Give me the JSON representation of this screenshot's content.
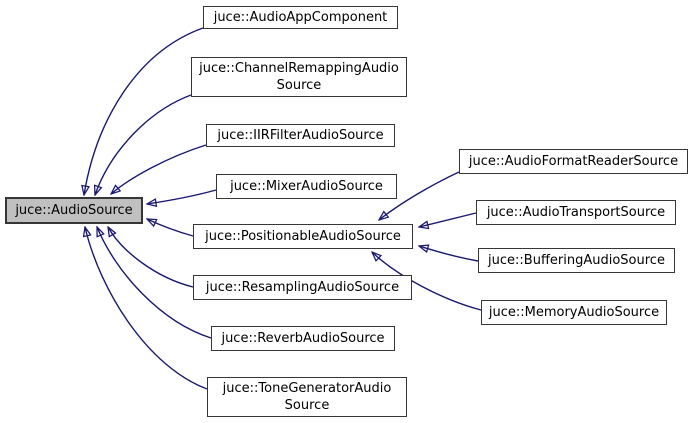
{
  "diagram": {
    "type": "class-inheritance-graph",
    "colors": {
      "background": "#ffffff",
      "arrow": "#191970",
      "node_fill": "#ffffff",
      "selected_node_fill": "#c0c0c0",
      "node_border": "#363636",
      "text": "#000000"
    },
    "nodes": [
      {
        "id": "audio-source",
        "label": "juce::AudioSource",
        "lines": [
          "juce::AudioSource"
        ],
        "selected": true
      },
      {
        "id": "audio-app-component",
        "label": "juce::AudioAppComponent",
        "lines": [
          "juce::AudioAppComponent"
        ],
        "selected": false
      },
      {
        "id": "channel-remapping-audio-source",
        "label": "juce::ChannelRemappingAudioSource",
        "lines": [
          "juce::ChannelRemappingAudio",
          "Source"
        ],
        "selected": false
      },
      {
        "id": "iir-filter-audio-source",
        "label": "juce::IIRFilterAudioSource",
        "lines": [
          "juce::IIRFilterAudioSource"
        ],
        "selected": false
      },
      {
        "id": "mixer-audio-source",
        "label": "juce::MixerAudioSource",
        "lines": [
          "juce::MixerAudioSource"
        ],
        "selected": false
      },
      {
        "id": "positionable-audio-source",
        "label": "juce::PositionableAudioSource",
        "lines": [
          "juce::PositionableAudioSource"
        ],
        "selected": false
      },
      {
        "id": "resampling-audio-source",
        "label": "juce::ResamplingAudioSource",
        "lines": [
          "juce::ResamplingAudioSource"
        ],
        "selected": false
      },
      {
        "id": "reverb-audio-source",
        "label": "juce::ReverbAudioSource",
        "lines": [
          "juce::ReverbAudioSource"
        ],
        "selected": false
      },
      {
        "id": "tone-generator-audio-source",
        "label": "juce::ToneGeneratorAudioSource",
        "lines": [
          "juce::ToneGeneratorAudio",
          "Source"
        ],
        "selected": false
      },
      {
        "id": "audio-format-reader-source",
        "label": "juce::AudioFormatReaderSource",
        "lines": [
          "juce::AudioFormatReaderSource"
        ],
        "selected": false
      },
      {
        "id": "audio-transport-source",
        "label": "juce::AudioTransportSource",
        "lines": [
          "juce::AudioTransportSource"
        ],
        "selected": false
      },
      {
        "id": "buffering-audio-source",
        "label": "juce::BufferingAudioSource",
        "lines": [
          "juce::BufferingAudioSource"
        ],
        "selected": false
      },
      {
        "id": "memory-audio-source",
        "label": "juce::MemoryAudioSource",
        "lines": [
          "juce::MemoryAudioSource"
        ],
        "selected": false
      }
    ],
    "edges": [
      {
        "from": "juce::AudioAppComponent",
        "to": "juce::AudioSource"
      },
      {
        "from": "juce::ChannelRemappingAudioSource",
        "to": "juce::AudioSource"
      },
      {
        "from": "juce::IIRFilterAudioSource",
        "to": "juce::AudioSource"
      },
      {
        "from": "juce::MixerAudioSource",
        "to": "juce::AudioSource"
      },
      {
        "from": "juce::PositionableAudioSource",
        "to": "juce::AudioSource"
      },
      {
        "from": "juce::ResamplingAudioSource",
        "to": "juce::AudioSource"
      },
      {
        "from": "juce::ReverbAudioSource",
        "to": "juce::AudioSource"
      },
      {
        "from": "juce::ToneGeneratorAudioSource",
        "to": "juce::AudioSource"
      },
      {
        "from": "juce::AudioFormatReaderSource",
        "to": "juce::PositionableAudioSource"
      },
      {
        "from": "juce::AudioTransportSource",
        "to": "juce::PositionableAudioSource"
      },
      {
        "from": "juce::BufferingAudioSource",
        "to": "juce::PositionableAudioSource"
      },
      {
        "from": "juce::MemoryAudioSource",
        "to": "juce::PositionableAudioSource"
      }
    ]
  }
}
